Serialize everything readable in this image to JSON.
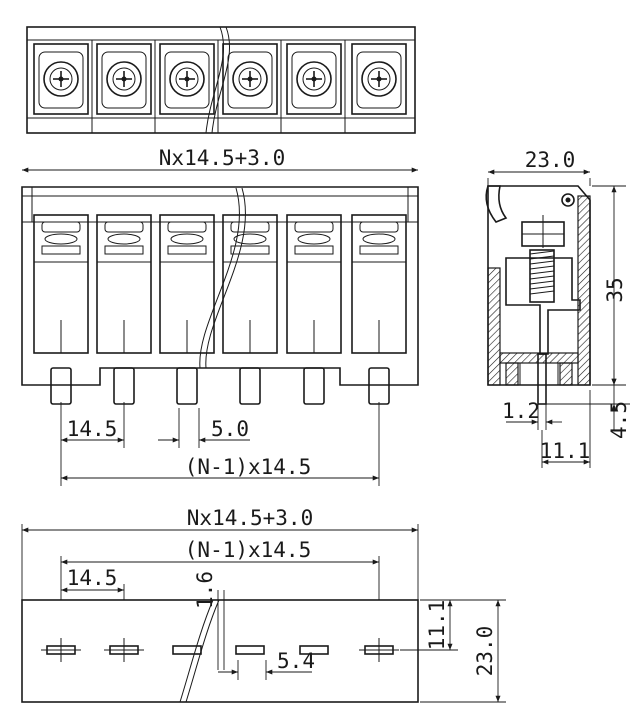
{
  "dimensions": {
    "top_overall": "Nx14.5+3.0",
    "pitch": "14.5",
    "pin_width": "5.0",
    "top_span": "(N-1)x14.5",
    "side_width": "23.0",
    "side_height": "35",
    "pin_thickness": "1.2",
    "pin_length": "4.5",
    "pin_offset": "11.1",
    "bottom_overall": "Nx14.5+3.0",
    "bottom_span": "(N-1)x14.5",
    "bottom_pitch": "14.5",
    "hole_size": "1.6",
    "slot_length": "5.4",
    "bottom_depth": "23.0",
    "bottom_hole_offset": "11.1"
  }
}
